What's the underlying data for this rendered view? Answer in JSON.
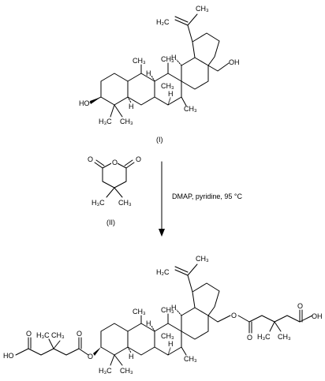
{
  "compound_I": {
    "caption": "(I)",
    "labels": {
      "h2c": "H₂C",
      "ch3_top": "CH₃",
      "oh_right": "OH",
      "ho_left": "HO",
      "ch3_a": "CH₃",
      "ch3_b": "CH₃",
      "h_1": "H",
      "h_2": "H",
      "h_3": "H",
      "h_4": "H",
      "h3c": "H₃C",
      "ch3_c": "CH₃",
      "ch3_d": "CH₃",
      "ch3_e": "CH₃"
    }
  },
  "compound_II": {
    "caption": "(II)",
    "labels": {
      "o_ring": "O",
      "o_left": "O",
      "o_right": "O",
      "h3c": "H₃C",
      "ch3": "CH₃"
    }
  },
  "reaction": {
    "conditions": "DMAP, pyridine, 95 °C"
  },
  "product": {
    "labels": {
      "h2c": "H₂C",
      "ch3_top": "CH₃",
      "ho": "HO",
      "o_acid_left": "O",
      "ch3_left_a": "CH₃",
      "h3c_left": "H₃C",
      "o_ester_left": "O",
      "o_link_left": "O",
      "ch3_a": "CH₃",
      "ch3_b": "CH₃",
      "h_1": "H",
      "h_2": "H",
      "h_3": "H",
      "h_4": "H",
      "h3c": "H₃C",
      "ch3_c": "CH₃",
      "ch3_d": "CH₃",
      "ch3_e": "CH₃",
      "o_link_right": "O",
      "o_ester_right": "O",
      "h3c_right": "H₃C",
      "ch3_right": "CH₃",
      "o_acid_right": "O",
      "oh_right": "OH"
    }
  }
}
